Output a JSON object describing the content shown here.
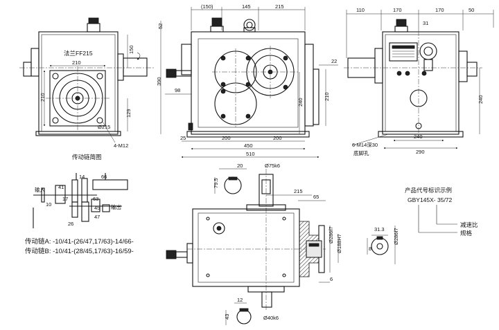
{
  "front_view": {
    "flange_label": "法兰FF215",
    "dims": {
      "w210": "210",
      "h210": "210",
      "d215": "Ø215",
      "bolt": "4-M12",
      "h150": "150",
      "h129": "129"
    }
  },
  "side_view": {
    "dims": {
      "top150": "(150)",
      "top145": "145",
      "top215": "215",
      "left52": "52",
      "left390": "390",
      "left98": "98",
      "right22": "22",
      "right210": "210",
      "right240": "240",
      "bot25": "25",
      "bot200a": "200",
      "bot200b": "200",
      "bot450": "450",
      "bot510": "510"
    }
  },
  "rear_view": {
    "dims": {
      "top110": "110",
      "top170a": "170",
      "top170b": "170",
      "top50": "50",
      "d31": "31",
      "h240": "240",
      "bot240": "240",
      "bot290": "290"
    },
    "note_bolt": "6-M14深30",
    "note_foot": "底脚孔"
  },
  "chain_diagram": {
    "title": "传动链简图",
    "input_label": "输入",
    "output_label": "输出",
    "numbers": [
      "14",
      "66",
      "41",
      "10",
      "17",
      "63",
      "45",
      "26",
      "47"
    ],
    "chain_a": "传动链A: -10/41-(26/47,17/63)-14/66-",
    "chain_b": "传动链B: -10/41-(28/45,17/63)-16/59-"
  },
  "bottom_view": {
    "dims": {
      "d20": "20",
      "d75": "Ø75k6",
      "d795": "79.5",
      "d215": "215",
      "d65": "65",
      "d286": "Ø286f7",
      "d188": "Ø188H7",
      "d6": "6",
      "d12": "12",
      "d43": "43",
      "d40": "Ø40k6"
    }
  },
  "product_code": {
    "title": "产品代号标识示例",
    "code": "GBY145X- 35/72",
    "label_ratio": "减速比",
    "label_spec": "规格"
  },
  "detail_view": {
    "dims": {
      "d313": "31.3",
      "d8": "8",
      "d286": "Ø286f7"
    }
  }
}
